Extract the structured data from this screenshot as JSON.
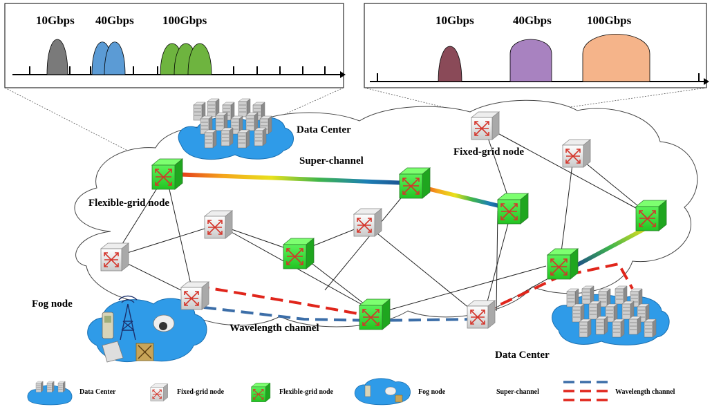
{
  "spectrum_left": {
    "rates": [
      "10Gbps",
      "40Gbps",
      "100Gbps"
    ],
    "colors": [
      "#7a7a7a",
      "#5b9bd5",
      "#6eb43f"
    ]
  },
  "spectrum_right": {
    "rates": [
      "10Gbps",
      "40Gbps",
      "100Gbps"
    ],
    "colors": [
      "#8a4a58",
      "#a882c0",
      "#f5b48a"
    ]
  },
  "labels": {
    "data_center_top": "Data Center",
    "super_channel": "Super-channel",
    "fixed_grid_node": "Fixed-grid node",
    "flexible_grid_node": "Flexible-grid node",
    "fog_node": "Fog node",
    "wavelength_channel": "Wavelength channel",
    "data_center_bottom": "Data Center"
  },
  "legend": {
    "data_center": "Data Center",
    "fixed_grid_node": "Fixed-grid node",
    "flexible_grid_node": "Flexible-grid node",
    "fog_node": "Fog node",
    "super_channel": "Super-channel",
    "wavelength_channel": "Wavelength channel"
  },
  "colors": {
    "flexible_node": "#3ddf3a",
    "fixed_node": "#e6e6e6",
    "wavelength_red": "#e0251b",
    "wavelength_blue": "#3c6ea8",
    "cloud_blue": "#2f9be8"
  },
  "icons": [
    "server-icon",
    "phone-icon",
    "radio-tower-icon",
    "camera-icon",
    "laptop-icon",
    "fog-router-icon"
  ]
}
